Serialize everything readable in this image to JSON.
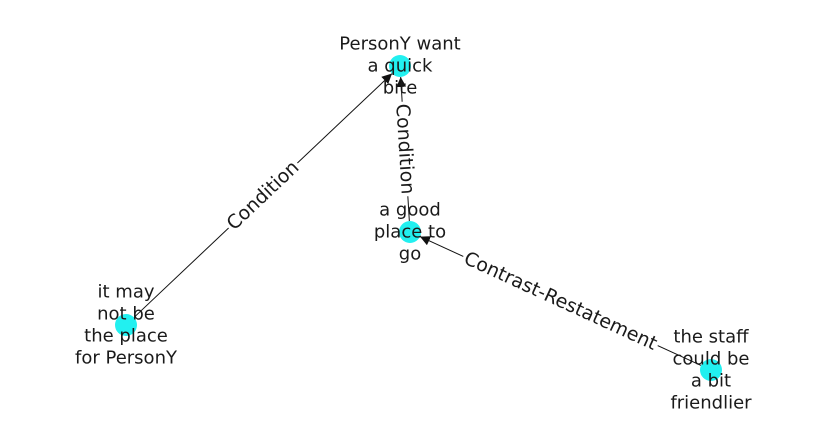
{
  "graph": {
    "node_color": "#22f0f0",
    "edge_color": "#111111",
    "nodes": [
      {
        "id": "n1",
        "lines": [
          "PersonY want",
          "a quick",
          "bite"
        ]
      },
      {
        "id": "n2",
        "lines": [
          "a good",
          "place to",
          "go"
        ]
      },
      {
        "id": "n3",
        "lines": [
          "it may",
          "not be",
          "the place",
          "for PersonY"
        ]
      },
      {
        "id": "n4",
        "lines": [
          "the staff",
          "could be",
          "a bit",
          "friendlier"
        ]
      }
    ],
    "edges": [
      {
        "from": "n3",
        "to": "n1",
        "label": "Condition"
      },
      {
        "from": "n2",
        "to": "n1",
        "label": "Condition"
      },
      {
        "from": "n4",
        "to": "n2",
        "label": "Contrast-Restatement"
      }
    ]
  }
}
